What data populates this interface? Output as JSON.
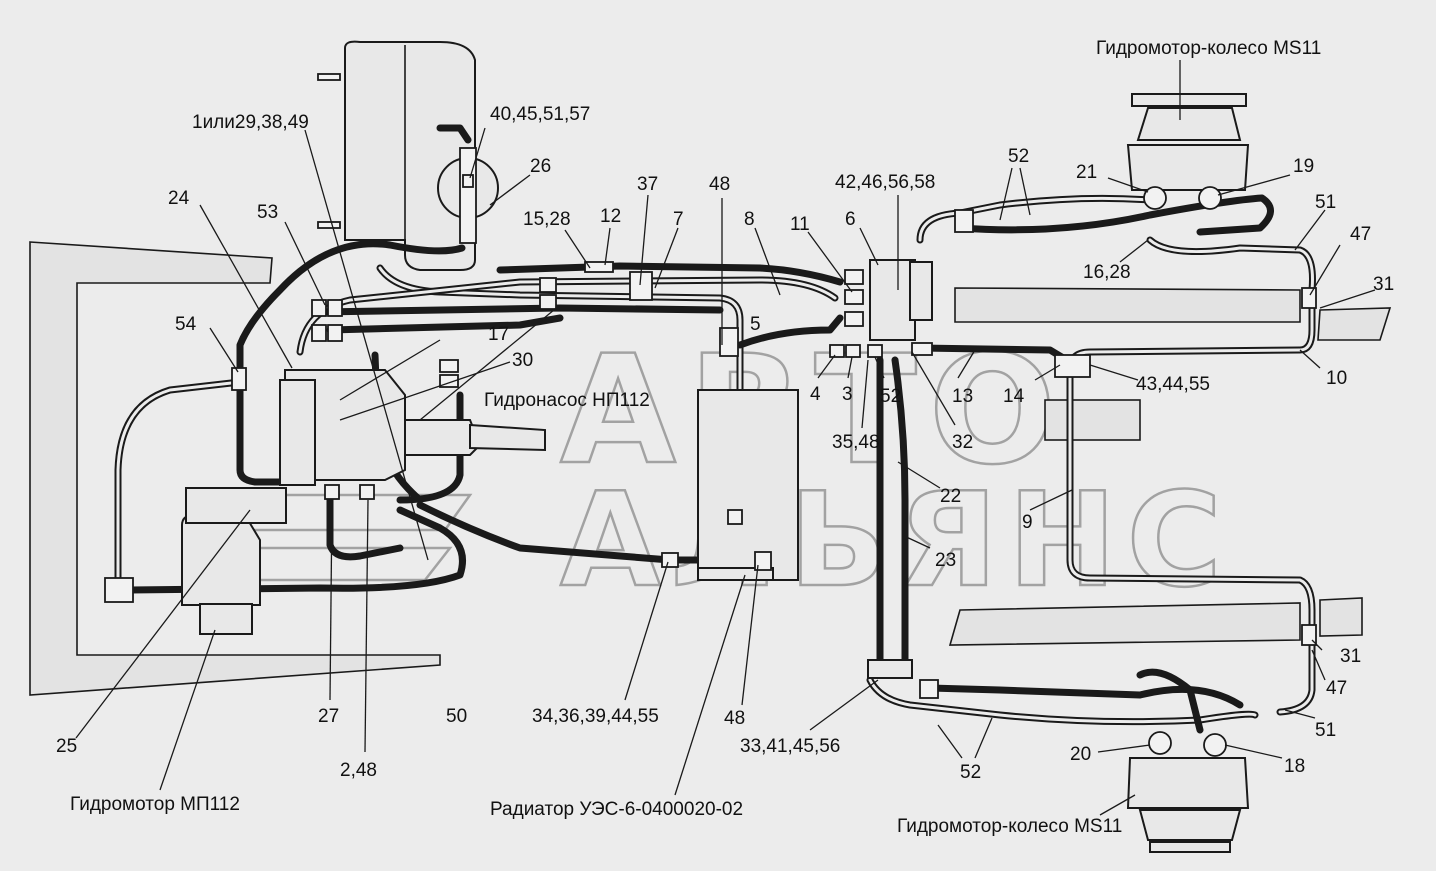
{
  "watermark": {
    "line1": "АВТО",
    "line2": "АЛЬЯНС"
  },
  "titles": {
    "wheel_motor_top": "Гидромотор-колесо MS11",
    "wheel_motor_bottom": "Гидромотор-колесо MS11",
    "pump": "Гидронасос НП112",
    "motor": "Гидромотор МП112",
    "radiator": "Радиатор УЭС-6-0400020-02"
  },
  "callouts": {
    "c_1_29_38_49": "1или29,38,49",
    "c_40_45_51_57": "40,45,51,57",
    "c_26": "26",
    "c_24": "24",
    "c_53": "53",
    "c_54": "54",
    "c_37": "37",
    "c_48_top": "48",
    "c_15_28": "15,28",
    "c_12": "12",
    "c_7": "7",
    "c_8": "8",
    "c_11": "11",
    "c_6": "6",
    "c_42_46_56_58": "42,46,56,58",
    "c_52_top": "52",
    "c_21": "21",
    "c_19": "19",
    "c_51_top": "51",
    "c_47_top": "47",
    "c_31_top": "31",
    "c_16_28": "16,28",
    "c_17": "17",
    "c_30": "30",
    "c_5": "5",
    "c_4": "4",
    "c_3": "3",
    "c_52_mid": "52",
    "c_13": "13",
    "c_14": "14",
    "c_43_44_55": "43,44,55",
    "c_10": "10",
    "c_35_48": "35,48",
    "c_32": "32",
    "c_22": "22",
    "c_9": "9",
    "c_23": "23",
    "c_27": "27",
    "c_50": "50",
    "c_25": "25",
    "c_2_48": "2,48",
    "c_34_36_39_44_55": "34,36,39,44,55",
    "c_48_bottom": "48",
    "c_33_41_45_56": "33,41,45,56",
    "c_31_bottom": "31",
    "c_47_bottom": "47",
    "c_51_bottom": "51",
    "c_20": "20",
    "c_18": "18",
    "c_52_bottom": "52"
  }
}
